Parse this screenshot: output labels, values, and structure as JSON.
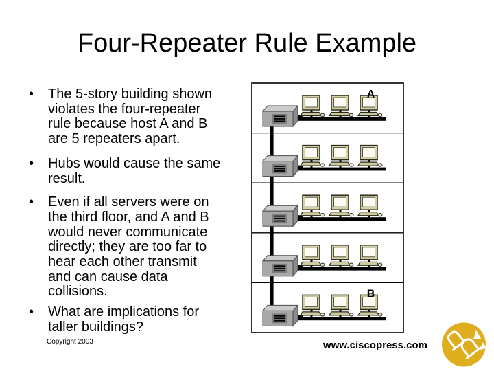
{
  "slide": {
    "title": "Four-Repeater Rule Example",
    "bullets": [
      {
        "marker": "•",
        "text": "The 5-story building shown\nviolates the four-repeater\nrule because host A and B\nare 5 repeaters apart."
      },
      {
        "marker": "•",
        "text": "Hubs would cause the same\nresult."
      },
      {
        "marker": "•",
        "text": "Even if all servers were on\nthe third floor, and A and B\nwould never communicate\ndirectly; they are too far to\nhear each other transmit\nand can cause data\ncollisions."
      },
      {
        "marker": "•",
        "text": "What are implications for\ntaller buildings?"
      }
    ],
    "footer": {
      "copyright": "Copyright 2003",
      "website": "www.ciscopress.com"
    }
  },
  "diagram": {
    "type": "five-story building LAN with repeaters",
    "floors": [
      {
        "host_label": "A",
        "computers": 3
      },
      {
        "host_label": "",
        "computers": 3
      },
      {
        "host_label": "",
        "computers": 3
      },
      {
        "host_label": "",
        "computers": 3
      },
      {
        "host_label": "B",
        "computers": 3
      }
    ],
    "colors": {
      "hub_front": "#a8a8a8",
      "hub_top": "#cbcbcb",
      "hub_side": "#8c8c8c",
      "hub_panel": "#7d7d7d",
      "computer_body": "#d6d2a6",
      "computer_keyboard": "#cfcba0",
      "computer_screen": "#fbfbf3",
      "wire": "#000000",
      "outline": "#2b2b1b"
    }
  },
  "logo": {
    "name": "Cisco Press",
    "color": "#dfae1e"
  }
}
